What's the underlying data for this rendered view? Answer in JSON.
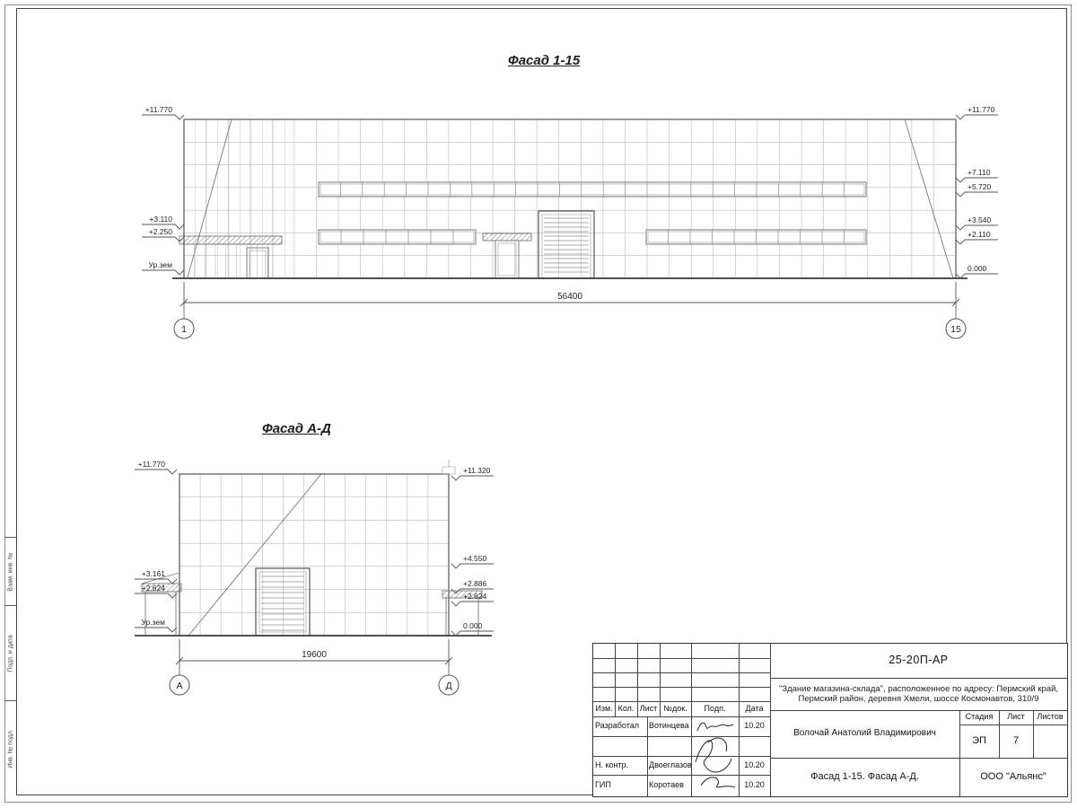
{
  "titles": {
    "facade1": "Фасад 1-15",
    "facade2": "Фасад А-Д"
  },
  "facade1": {
    "dim": "56400",
    "axis_left": "1",
    "axis_right": "15",
    "marks_left": [
      "+11.770",
      "+3.110",
      "+2.250",
      "Ур.зем"
    ],
    "marks_right": [
      "+11.770",
      "+7.110",
      "+5.720",
      "+3.540",
      "+2.110",
      "0.000"
    ]
  },
  "facade2": {
    "dim": "19600",
    "axis_left": "А",
    "axis_right": "Д",
    "marks_left": [
      "+11.770",
      "+3.161",
      "+2.624",
      "Ур.зем"
    ],
    "marks_right": [
      "+11.320",
      "+4.550",
      "+2.886",
      "+2.624",
      "0.000"
    ]
  },
  "titleblock": {
    "doc_code": "25-20П-АР",
    "project_line1": "\"Здание магазина-склада\", расположенное по адресу: Пермский край,",
    "project_line2": "Пермский район, деревня Хмели, шоссе Космонавтов, 310/9",
    "header": {
      "izm": "Изм.",
      "kol": "Кол.",
      "list": "Лист",
      "ndok": "№док.",
      "podp": "Подп.",
      "data": "Дата"
    },
    "rows": [
      {
        "role": "Разработал",
        "name": "Вотинцева",
        "date": "10.20"
      },
      {
        "role": "Н. контр.",
        "name": "Двоеглазов",
        "date": "10.20"
      },
      {
        "role": "ГИП",
        "name": "Коротаев",
        "date": "10.20"
      }
    ],
    "chief": "Волочай Анатолий Владимирович",
    "stage_label": "Стадия",
    "sheet_label": "Лист",
    "sheets_label": "Листов",
    "stage": "ЭП",
    "sheet_no": "7",
    "sheets_total": "",
    "drawing_title": "Фасад 1-15. Фасад А-Д.",
    "org": "ООО \"Альянс\""
  },
  "side_strip": {
    "vzam": "Взам. инв. №",
    "podp_data": "Подп. и дата",
    "inv_podl": "Инв. № подл."
  }
}
